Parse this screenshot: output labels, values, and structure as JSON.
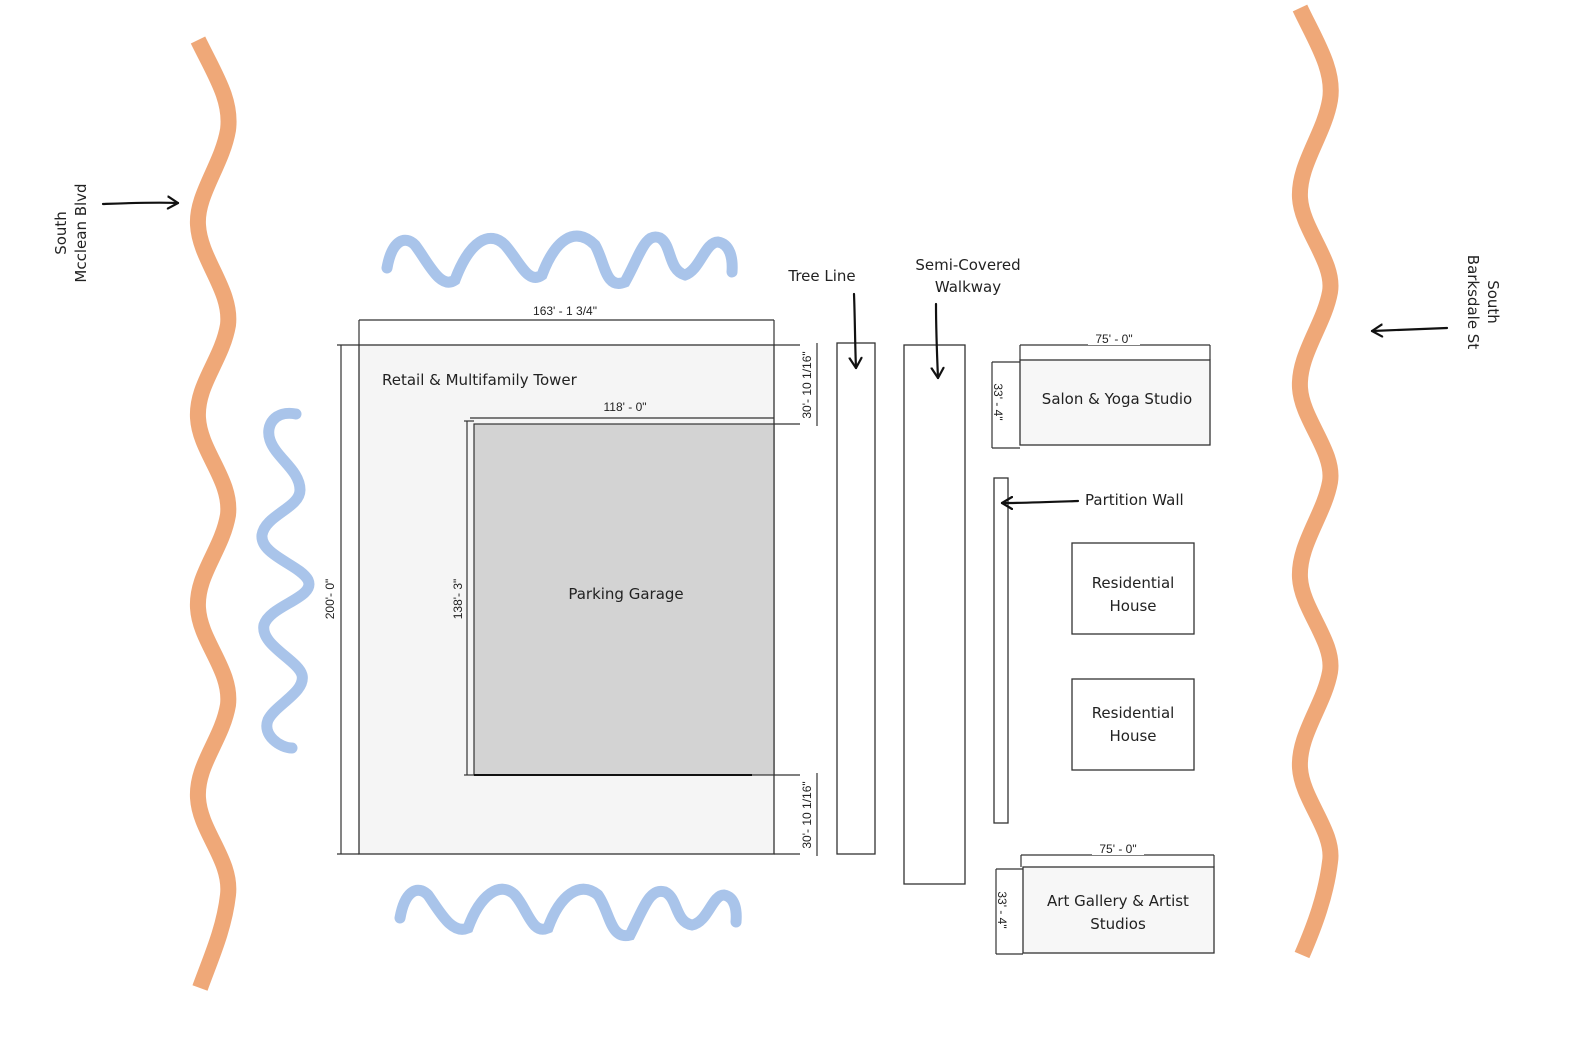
{
  "diagram": {
    "colors": {
      "road": "#EFA878",
      "trees": "#A9C4EA",
      "tower_fill": "#F5F5F5",
      "garage_fill": "#D3D3D3",
      "building_fill": "#F7F7F7",
      "stroke": "#333333"
    },
    "streets": {
      "west": {
        "line1": "South",
        "line2": "Mcclean Blvd"
      },
      "east": {
        "line1": "South",
        "line2": "Barksdale St"
      }
    },
    "buildings": {
      "tower": {
        "label": "Retail & Multifamily Tower"
      },
      "garage": {
        "label": "Parking Garage"
      },
      "salon": {
        "label": "Salon & Yoga Studio"
      },
      "house1": {
        "line1": "Residential",
        "line2": "House"
      },
      "house2": {
        "line1": "Residential",
        "line2": "House"
      },
      "gallery": {
        "line1": "Art Gallery & Artist",
        "line2": "Studios"
      }
    },
    "callouts": {
      "tree_line": "Tree Line",
      "walkway": {
        "line1": "Semi-Covered",
        "line2": "Walkway"
      },
      "partition": "Partition Wall"
    },
    "dimensions": {
      "tower_width": "163' - 1 3/4\"",
      "tower_height": "200'- 0\"",
      "garage_width": "118' - 0\"",
      "garage_height": "138'- 3\"",
      "top_setback": "30'- 10 1/16\"",
      "bottom_setback": "30'- 10 1/16\"",
      "salon_width": "75' - 0\"",
      "salon_height": "33' - 4\"",
      "gallery_width": "75' - 0\"",
      "gallery_height": "33' - 4\""
    }
  }
}
